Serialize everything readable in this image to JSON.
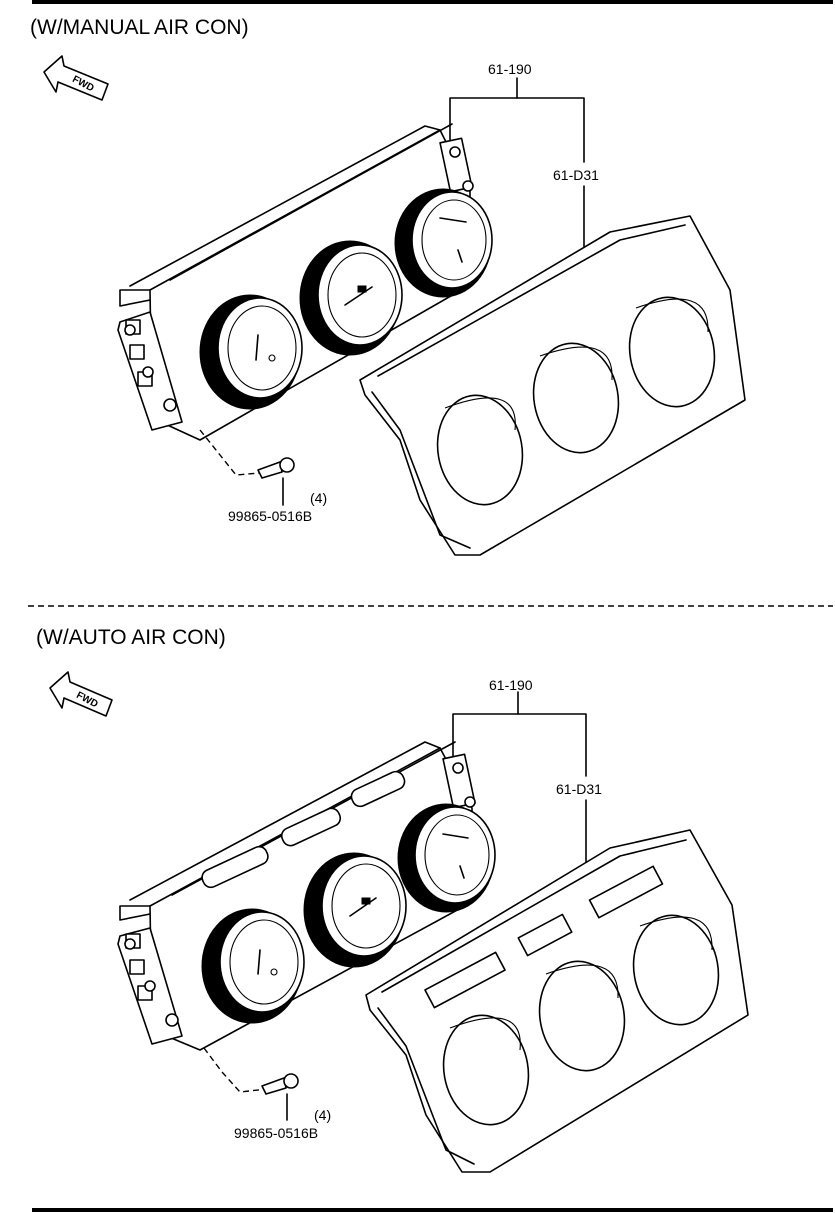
{
  "sections": [
    {
      "title": "(W/MANUAL AIR CON)",
      "fwd_label": "FWD",
      "assembly_label": "61-190",
      "panel_label": "61-D31",
      "screw_part": "99865-0516B",
      "screw_qty": "(4)"
    },
    {
      "title": "(W/AUTO AIR CON)",
      "fwd_label": "FWD",
      "assembly_label": "61-190",
      "panel_label": "61-D31",
      "screw_part": "99865-0516B",
      "screw_qty": "(4)"
    }
  ]
}
